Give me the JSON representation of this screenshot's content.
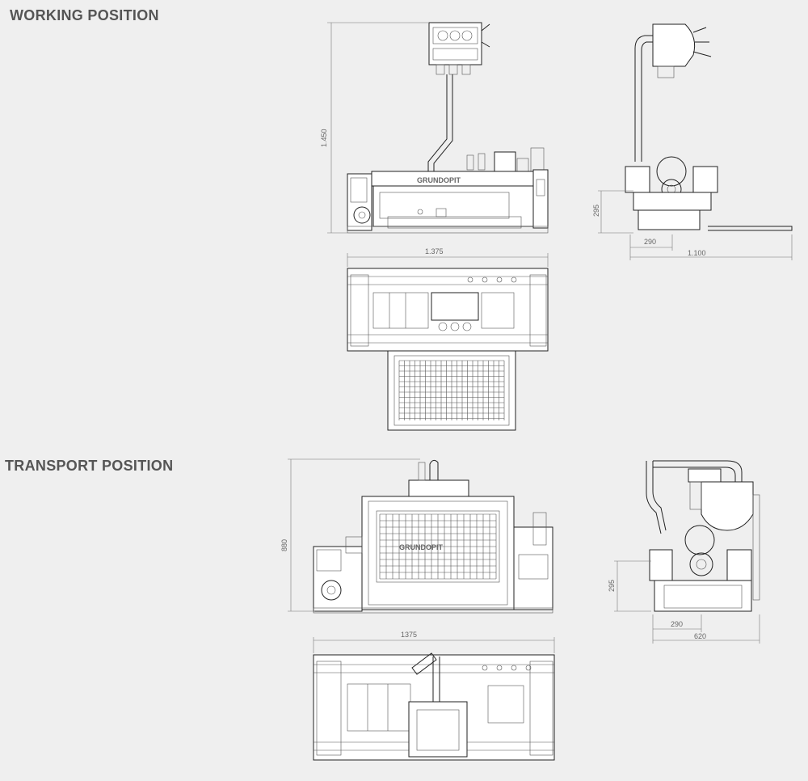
{
  "sections": {
    "working": {
      "heading": "WORKING POSITION"
    },
    "transport": {
      "heading": "TRANSPORT POSITION"
    }
  },
  "brand_marking": "GRUNDOPIT",
  "dimensions": {
    "working_front_height": "1.450",
    "working_front_width": "1.375",
    "working_side_low_height": "295",
    "working_side_track": "290",
    "working_side_total": "1.100",
    "transport_front_height": "880",
    "transport_front_width": "1375",
    "transport_side_low_height": "295",
    "transport_side_track": "290",
    "transport_side_total": "620"
  },
  "colors": {
    "heading": "#555555",
    "background": "#efefef",
    "line": "#222222"
  }
}
